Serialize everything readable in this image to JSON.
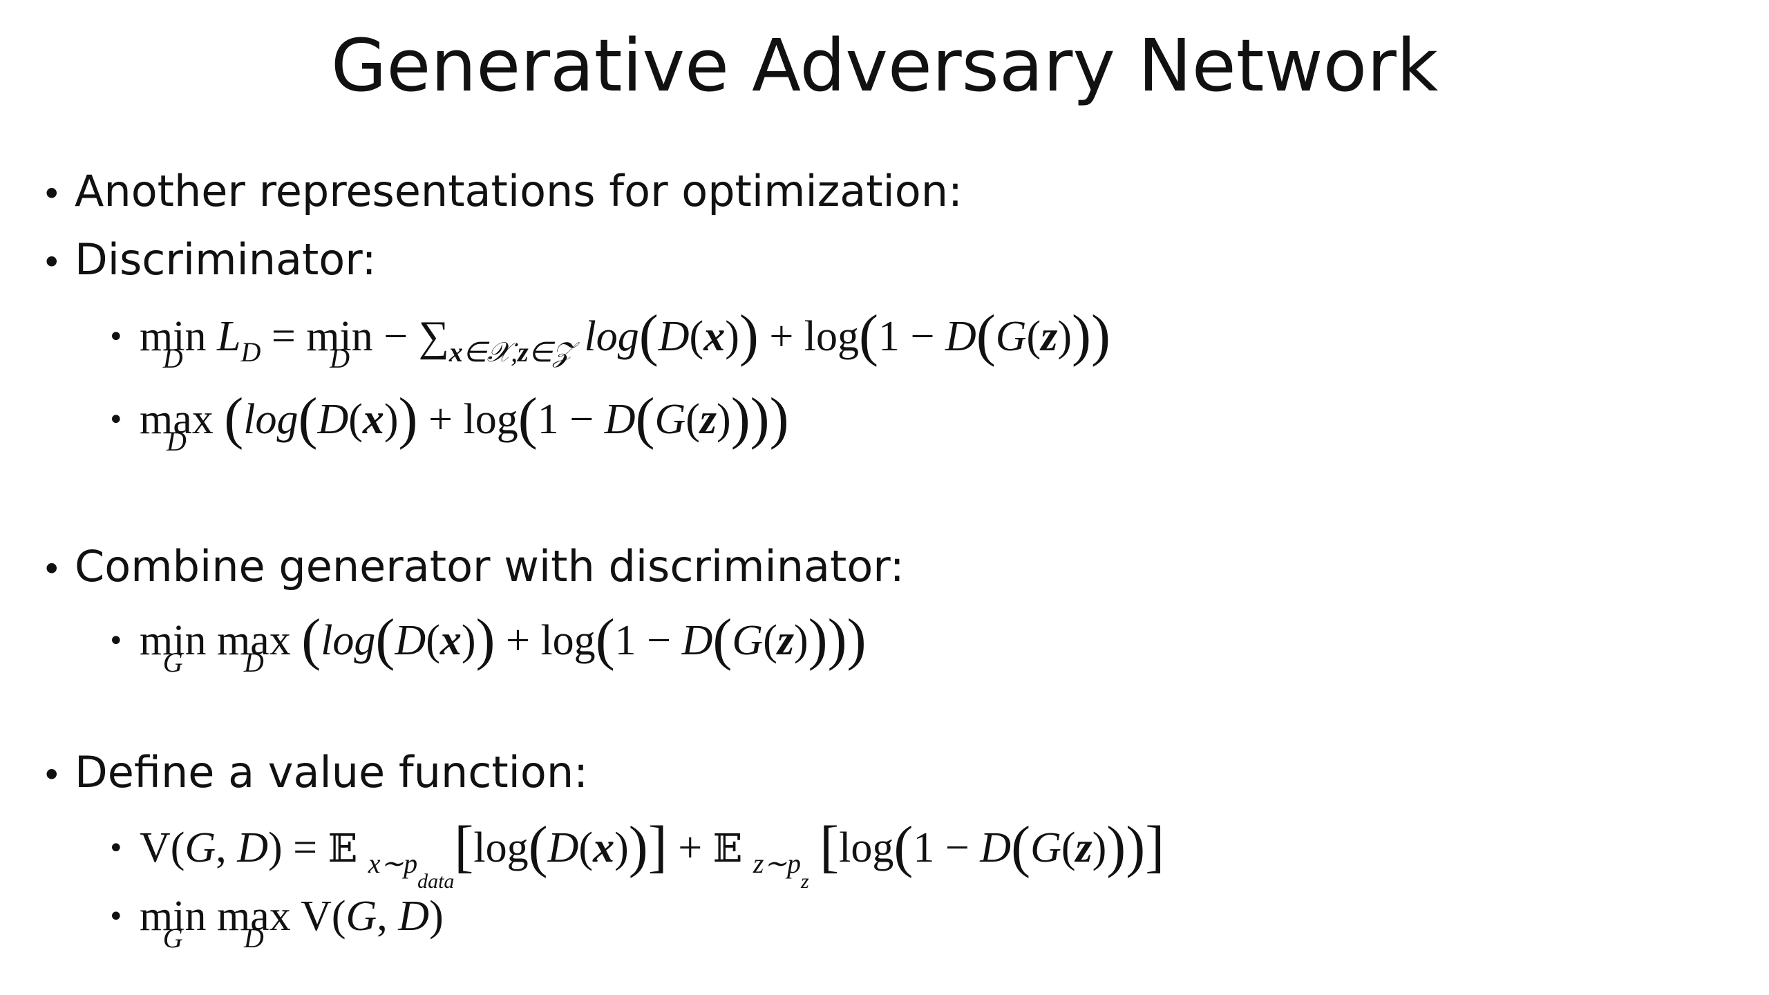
{
  "title": "Generative Adversary Network",
  "bullets": {
    "b1": "Another representations for optimization:",
    "b2": "Discriminator:",
    "b3": "Combine generator with discriminator:",
    "b4": "Define a value function:"
  },
  "formulas": {
    "disc_min": "min_D L_D = min_D − ∑_{x∈X,z∈Z} log(D(x)) + log(1 − D(G(z)))",
    "disc_max": "max_D (log(D(x)) + log(1 − D(G(z))))",
    "combined": "min_G max_D (log(D(x)) + log(1 − D(G(z))))",
    "value_def": "V(G,D) = 𝔼_{x∼p_data}[log(D(x))] + 𝔼_{z∼p_z}[log(1 − D(G(z)))]",
    "value_opt": "min_G max_D V(G,D)"
  },
  "bullet_glyph": "•"
}
